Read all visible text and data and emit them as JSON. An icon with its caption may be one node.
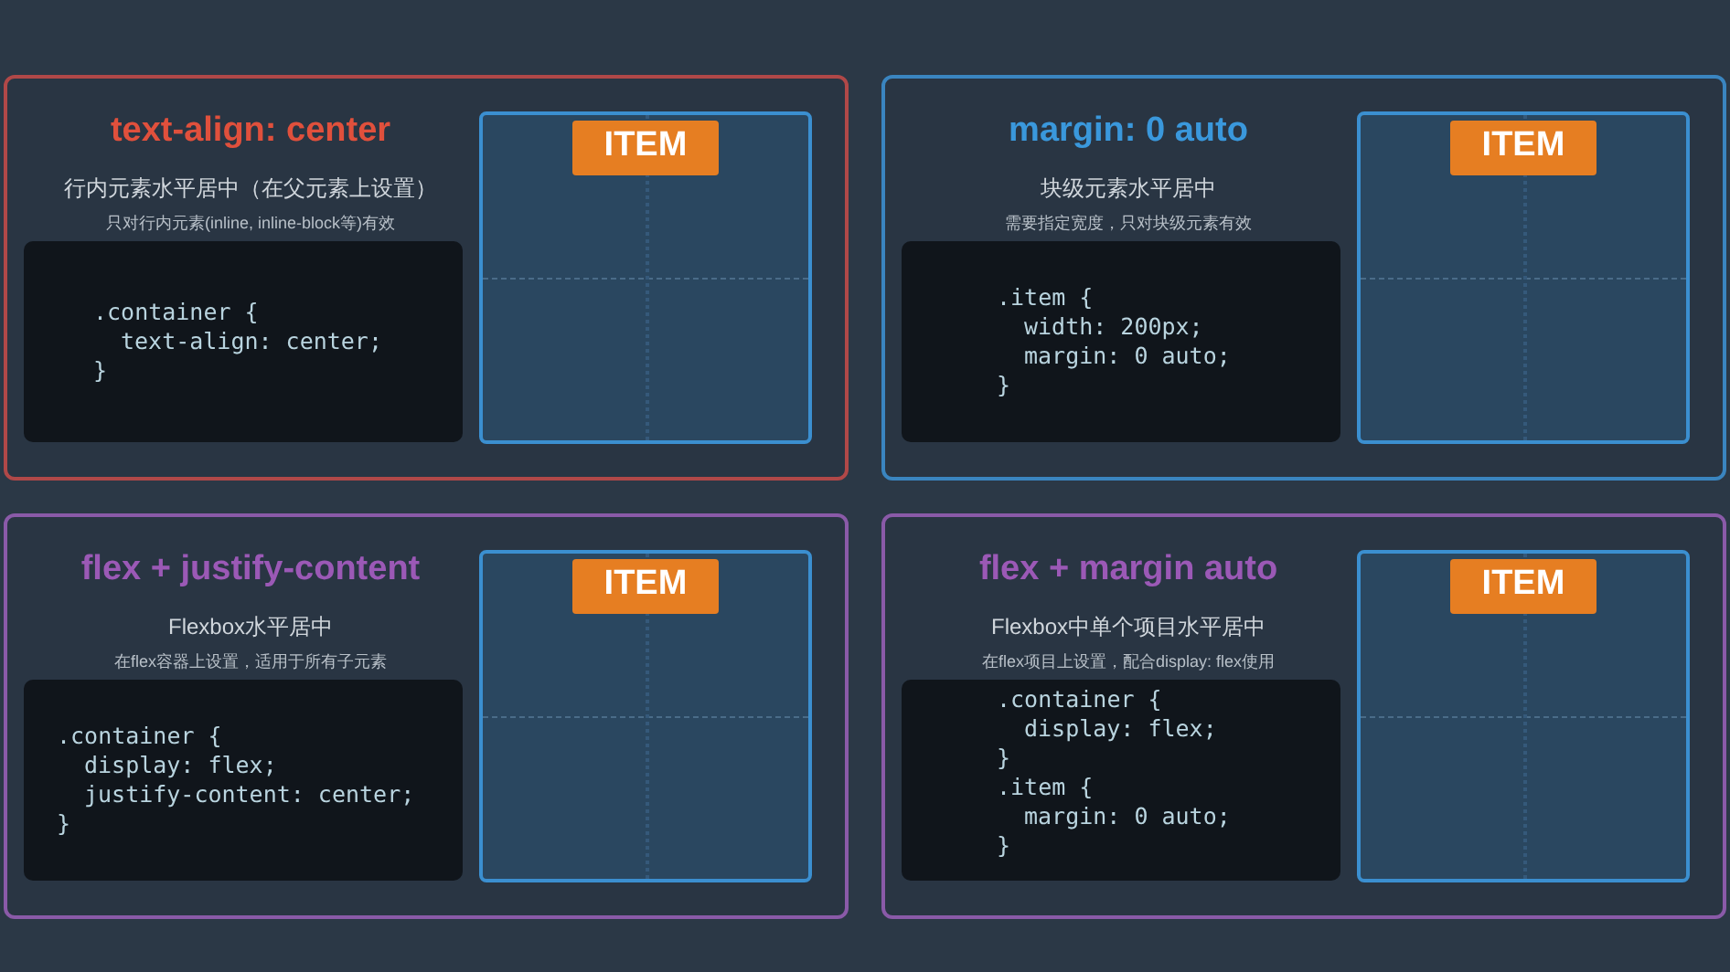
{
  "diagram": {
    "nodes": [
      {
        "text": [
          "text-align: center",
          "行内元素水平居中（在父元素上设置）",
          "只对行内元素(inline, inline-block等)有效"
        ]
      },
      {
        "text": [
          ".container {",
          "text-align: center;",
          "}"
        ],
        "in": 0
      },
      {
        "text": [],
        "shape": "box",
        "in": 0
      },
      {
        "text": [
          "ITEM"
        ],
        "in": 2
      },
      {
        "text": [
          "margin: 0 auto",
          "块级元素水平居中",
          "需要指定宽度，只对块级元素有效"
        ]
      },
      {
        "text": [
          ".item {",
          "width: 200px;",
          "margin: 0 auto;",
          "}"
        ],
        "in": 4
      },
      {
        "text": [],
        "shape": "box",
        "in": 4
      },
      {
        "text": [
          "ITEM"
        ],
        "in": 6
      },
      {
        "text": [
          "flex + justify-content",
          "Flexbox水平居中",
          "在flex容器上设置，适用于所有子元素"
        ]
      },
      {
        "text": [
          ".container {",
          "display: flex;",
          "justify-content: center;",
          "}"
        ],
        "in": 8
      },
      {
        "text": [],
        "shape": "box",
        "in": 8
      },
      {
        "text": [
          "ITEM"
        ],
        "in": 10
      },
      {
        "text": [
          "flex + margin auto",
          "Flexbox中单个项目水平居中",
          "在flex项目上设置，配合display: flex使用"
        ]
      },
      {
        "text": [
          ".container {",
          "display: flex;",
          "}",
          ".item {",
          "margin: 0 auto;",
          "}"
        ],
        "in": 12
      },
      {
        "text": [],
        "shape": "box",
        "in": 12
      },
      {
        "text": [
          "ITEM"
        ],
        "in": 14
      }
    ]
  }
}
